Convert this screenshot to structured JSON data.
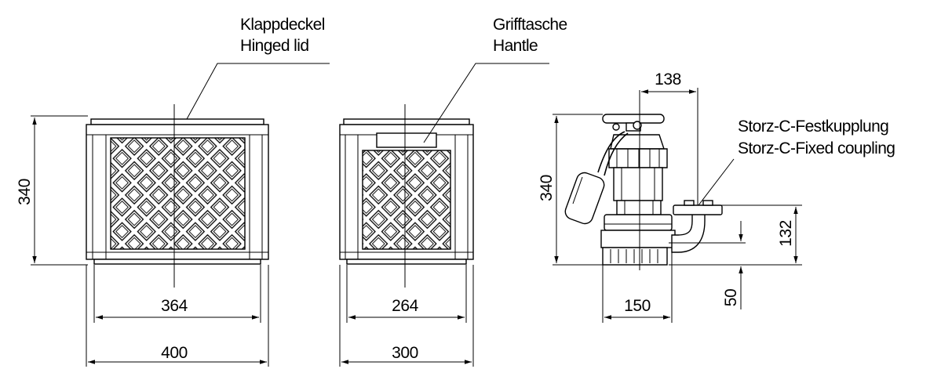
{
  "crate_front": {
    "lid_label_de": "Klappdeckel",
    "lid_label_en": "Hinged lid",
    "height": "340",
    "inner_width": "364",
    "outer_width": "400"
  },
  "crate_side": {
    "handle_label_de": "Grifftasche",
    "handle_label_en": "Hantle",
    "inner_width": "264",
    "outer_width": "300"
  },
  "pump": {
    "height": "340",
    "outlet_offset": "138",
    "coupling_label_de": "Storz-C-Festkupplung",
    "coupling_label_en": "Storz-C-Fixed coupling",
    "outlet_height": "132",
    "outlet_base": "50",
    "base_width": "150"
  }
}
